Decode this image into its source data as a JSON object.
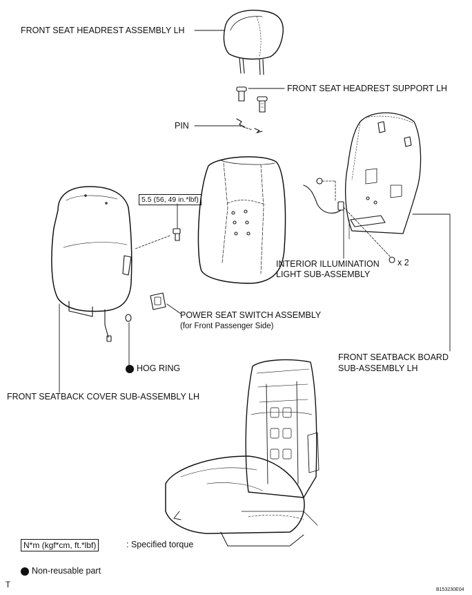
{
  "labels": {
    "headrest_assembly": "FRONT SEAT HEADREST ASSEMBLY LH",
    "headrest_support": "FRONT SEAT HEADREST SUPPORT LH",
    "pin": "PIN",
    "torque_spec": "5.5 (56, 49 in.*lbf)",
    "interior_light_line1": "INTERIOR ILLUMINATION",
    "interior_light_line2": "LIGHT SUB-ASSEMBLY",
    "screw_qty": "x 2",
    "power_switch_line1": "POWER SEAT SWITCH ASSEMBLY",
    "power_switch_line2": "(for Front Passenger Side)",
    "hog_ring": "HOG RING",
    "seatback_board_line1": "FRONT SEATBACK BOARD",
    "seatback_board_line2": "SUB-ASSEMBLY LH",
    "seatback_cover": "FRONT SEATBACK COVER SUB-ASSEMBLY LH"
  },
  "legend": {
    "torque_unit": "N*m (kgf*cm, ft.*lbf)",
    "torque_desc": ": Specified torque",
    "nonreusable_desc": "Non-reusable part"
  },
  "footer": {
    "corner_mark": "T",
    "figure_code": "B153230E04"
  }
}
